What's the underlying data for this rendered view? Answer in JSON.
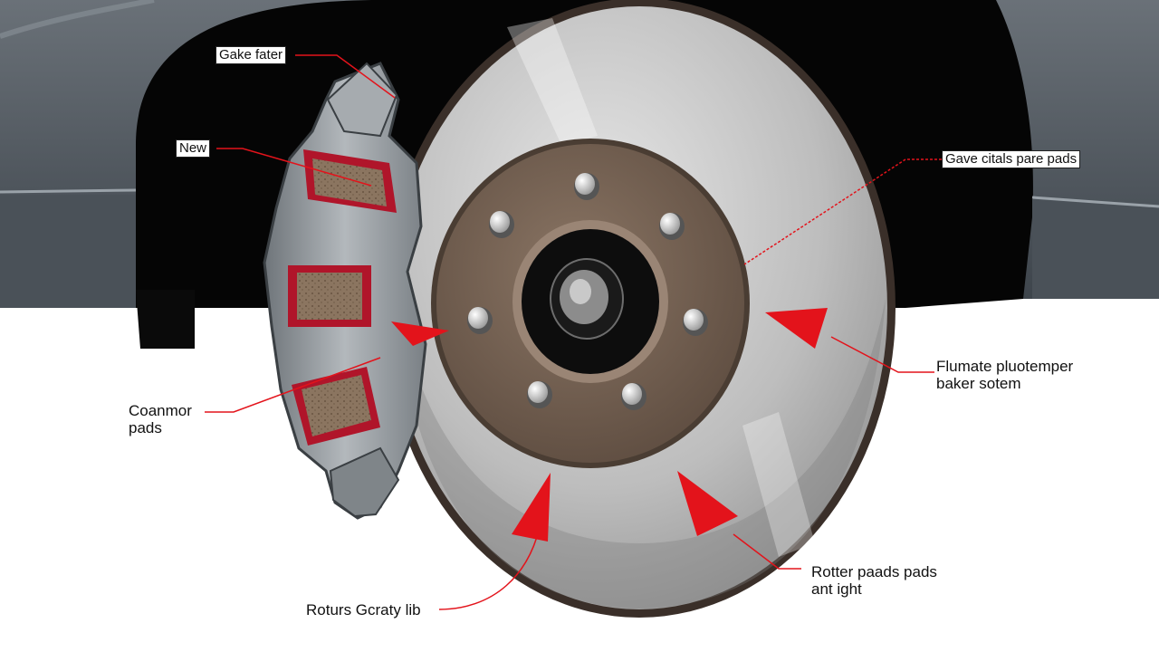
{
  "diagram": {
    "labels": {
      "top_left": "Gake fater",
      "new": "New",
      "top_right": "Gave citals pare pads",
      "left_pads": {
        "line1": "Coanmor",
        "line2": "pads"
      },
      "right_middle": {
        "line1": "Flumate pluotemper",
        "line2": "baker sotem"
      },
      "bottom_right": {
        "line1": "Rotter paads pads",
        "line2": "ant ight"
      },
      "bottom": "Roturs Gcraty lib"
    },
    "colors": {
      "arrow_red": "#e3131b",
      "rotor_silver": "#b9b9b9",
      "hub_brown": "#6e5a4c",
      "caliper_gray": "#8f9498",
      "pad_red": "#b0152a",
      "car_body": "#4c535a"
    }
  }
}
